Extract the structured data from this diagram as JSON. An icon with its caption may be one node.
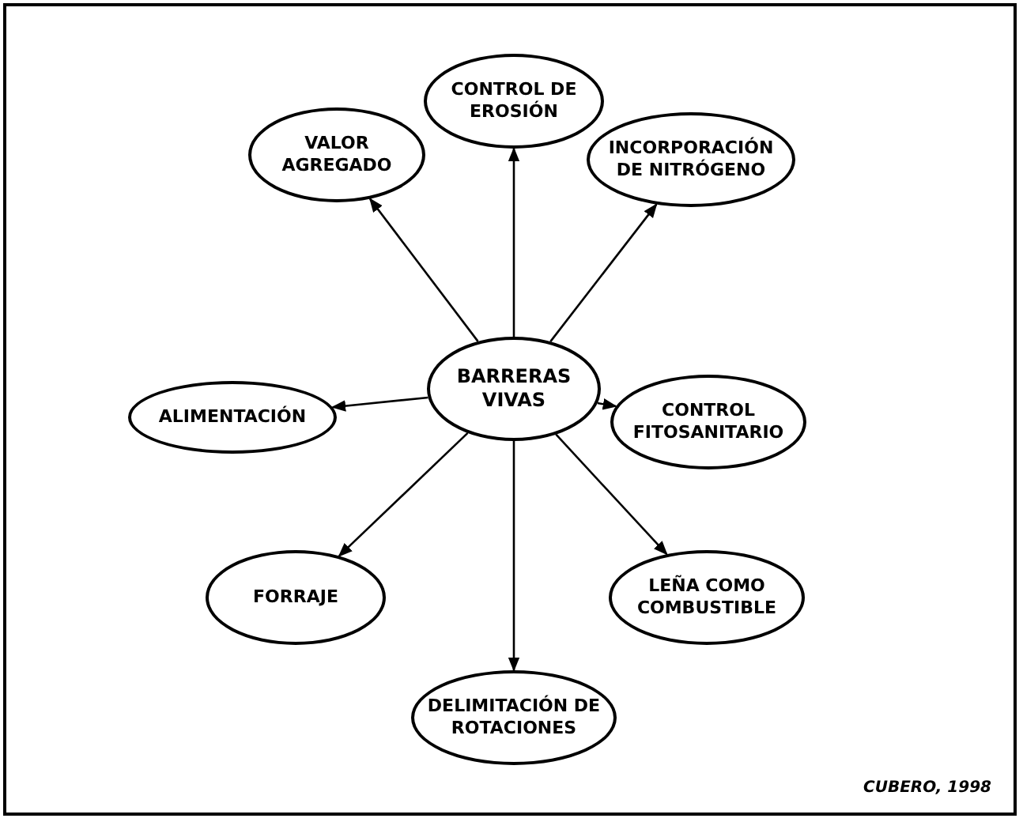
{
  "diagram": {
    "nodes": [
      {
        "text": [
          "CONTROL DE EROSIÓN"
        ]
      },
      {
        "text": [
          "VALOR AGREGADO"
        ]
      },
      {
        "text": [
          "INCORPORACIÓN DE NITRÓGENO"
        ]
      },
      {
        "text": [
          "ALIMENTACIÓN"
        ]
      },
      {
        "text": [
          "BARRERAS VIVAS"
        ]
      },
      {
        "text": [
          "CONTROL FITOSANITARIO"
        ]
      },
      {
        "text": [
          "FORRAJE"
        ]
      },
      {
        "text": [
          "LEÑA COMO COMBUSTIBLE"
        ]
      },
      {
        "text": [
          "DELIMITACIÓN DE ROTACIONES"
        ]
      }
    ],
    "edges": [
      {
        "from": 4,
        "to": 0,
        "arrow": "to"
      },
      {
        "from": 4,
        "to": 1,
        "arrow": "to"
      },
      {
        "from": 4,
        "to": 2,
        "arrow": "to"
      },
      {
        "from": 4,
        "to": 3,
        "arrow": "to"
      },
      {
        "from": 4,
        "to": 5,
        "arrow": "to"
      },
      {
        "from": 4,
        "to": 6,
        "arrow": "to"
      },
      {
        "from": 4,
        "to": 7,
        "arrow": "to"
      },
      {
        "from": 4,
        "to": 8,
        "arrow": "to"
      }
    ],
    "labels": [
      "CUBERO, 1998"
    ]
  }
}
